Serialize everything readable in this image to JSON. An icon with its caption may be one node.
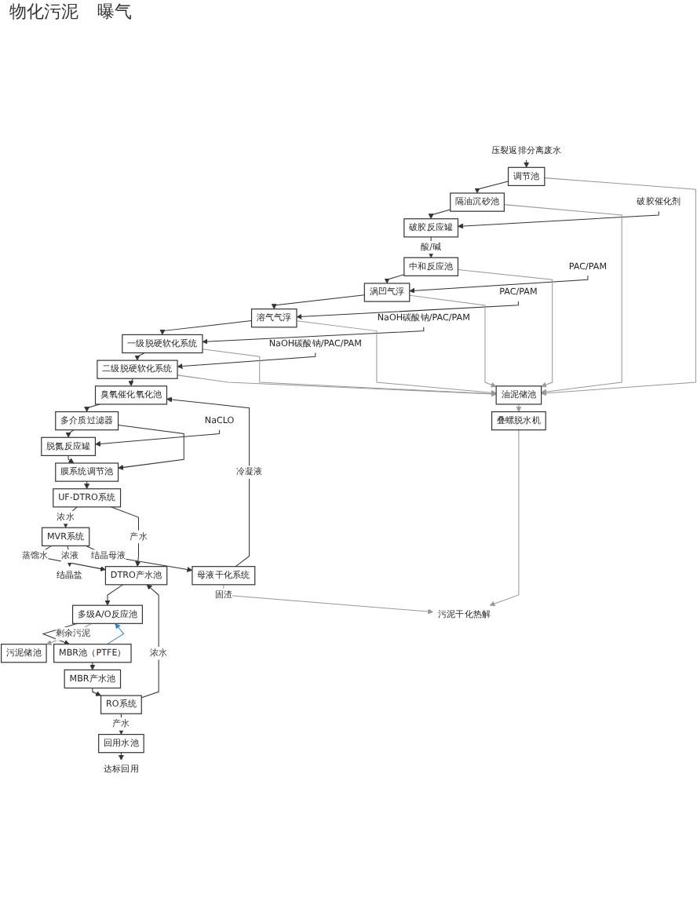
{
  "diagram": {
    "nodes": [
      {
        "text": [
          "压裂返排分离废水"
        ]
      },
      {
        "text": [
          "调节池"
        ]
      },
      {
        "text": [
          "隔油沉砂池"
        ]
      },
      {
        "text": [
          "破胶反应罐"
        ]
      },
      {
        "text": [
          "破胶催化剂"
        ]
      },
      {
        "text": [
          "中和反应池"
        ]
      },
      {
        "text": [
          "涡凹气浮"
        ]
      },
      {
        "text": [
          "PAC/PAM"
        ]
      },
      {
        "text": [
          "溶气气浮"
        ]
      },
      {
        "text": [
          "PAC/PAM"
        ]
      },
      {
        "text": [
          "一级脱硬软化系统"
        ]
      },
      {
        "text": [
          "NaOH碳酸钠/PAC/PAM"
        ]
      },
      {
        "text": [
          "二级脱硬软化系统"
        ]
      },
      {
        "text": [
          "NaOH碳酸钠/PAC/PAM"
        ]
      },
      {
        "text": [
          "臭氧催化氧化池"
        ]
      },
      {
        "text": [
          "多介质过滤器"
        ]
      },
      {
        "text": [
          "脱氮反应罐"
        ]
      },
      {
        "text": [
          "NaCLO"
        ]
      },
      {
        "text": [
          "膜系统调节池"
        ]
      },
      {
        "text": [
          "UF-DTRO系统"
        ]
      },
      {
        "text": [
          "油泥储池"
        ]
      },
      {
        "text": [
          "叠螺脱水机"
        ]
      },
      {
        "text": [
          "污泥干化热解"
        ]
      },
      {
        "text": [
          "母液干化系统"
        ]
      },
      {
        "text": [
          "结晶盐"
        ]
      },
      {
        "text": [
          "MVR系统"
        ]
      },
      {
        "text": [
          "DTRO产水池"
        ]
      },
      {
        "text": [
          "达标回用"
        ]
      },
      {
        "text": [
          "回用水池"
        ]
      },
      {
        "text": [
          "RO系统"
        ]
      },
      {
        "text": [
          "多级A/O反应池"
        ]
      },
      {
        "text": [
          "污泥储池"
        ]
      },
      {
        "text": [
          "MBR产水池"
        ]
      },
      {
        "text": [
          "MBR池（PTFE）"
        ]
      }
    ],
    "edges": [
      {
        "from": 0,
        "to": 1,
        "arrow": "to"
      },
      {
        "from": 1,
        "to": 2,
        "arrow": "to"
      },
      {
        "from": 2,
        "to": 3,
        "arrow": "to"
      },
      {
        "from": 4,
        "to": 3,
        "arrow": "to"
      },
      {
        "from": 3,
        "to": 5,
        "arrow": "to",
        "label": "酸/碱"
      },
      {
        "from": 5,
        "to": 6,
        "arrow": "to"
      },
      {
        "from": 7,
        "to": 6,
        "arrow": "to"
      },
      {
        "from": 6,
        "to": 8,
        "arrow": "to"
      },
      {
        "from": 9,
        "to": 8,
        "arrow": "to"
      },
      {
        "from": 8,
        "to": 10,
        "arrow": "to"
      },
      {
        "from": 11,
        "to": 10,
        "arrow": "to"
      },
      {
        "from": 10,
        "to": 12,
        "arrow": "to"
      },
      {
        "from": 13,
        "to": 12,
        "arrow": "to"
      },
      {
        "from": 12,
        "to": 14,
        "arrow": "to"
      },
      {
        "from": 14,
        "to": 15,
        "arrow": "to"
      },
      {
        "from": 15,
        "to": 16,
        "arrow": "to"
      },
      {
        "from": 17,
        "to": 16,
        "arrow": "to"
      },
      {
        "from": 15,
        "to": 18,
        "arrow": "to"
      },
      {
        "from": 16,
        "to": 18,
        "arrow": "to"
      },
      {
        "from": 18,
        "to": 19,
        "arrow": "to"
      },
      {
        "from": 19,
        "to": 25,
        "arrow": "to",
        "label": "浓水"
      },
      {
        "from": 19,
        "to": 26,
        "arrow": "to",
        "label": "产水"
      },
      {
        "from": 25,
        "to": 26,
        "arrow": "to",
        "label": "蒸馏水"
      },
      {
        "from": 25,
        "to": 24,
        "arrow": "to",
        "label": "浓液"
      },
      {
        "from": 25,
        "to": 23,
        "arrow": "to",
        "label": "结晶母液"
      },
      {
        "from": 23,
        "to": 22,
        "arrow": "to",
        "label": "固渣",
        "color": "#999999"
      },
      {
        "from": 23,
        "to": 14,
        "arrow": "to",
        "label": "冷凝液"
      },
      {
        "from": 1,
        "to": 20,
        "arrow": "to",
        "color": "#999999"
      },
      {
        "from": 2,
        "to": 20,
        "arrow": "to",
        "color": "#999999"
      },
      {
        "from": 5,
        "to": 20,
        "arrow": "to",
        "color": "#999999"
      },
      {
        "from": 6,
        "to": 20,
        "arrow": "to",
        "color": "#999999"
      },
      {
        "from": 8,
        "to": 20,
        "arrow": "to",
        "color": "#999999"
      },
      {
        "from": 10,
        "to": 20,
        "arrow": "to",
        "color": "#999999"
      },
      {
        "from": 12,
        "to": 20,
        "arrow": "to",
        "color": "#999999"
      },
      {
        "from": 20,
        "to": 21,
        "arrow": "to",
        "color": "#999999"
      },
      {
        "from": 21,
        "to": 22,
        "arrow": "to",
        "color": "#999999"
      },
      {
        "from": 26,
        "to": 30,
        "arrow": "to"
      },
      {
        "from": 29,
        "to": 26,
        "arrow": "to",
        "label": "浓水"
      },
      {
        "from": 30,
        "to": 33,
        "arrow": "to"
      },
      {
        "from": 33,
        "to": 32,
        "arrow": "to"
      },
      {
        "from": 32,
        "to": 29,
        "arrow": "to"
      },
      {
        "from": 29,
        "to": 28,
        "arrow": "to",
        "label": "产水"
      },
      {
        "from": 28,
        "to": 27,
        "arrow": "to"
      },
      {
        "from": 30,
        "to": 31,
        "arrow": "to",
        "label": "剩余污泥",
        "color": "#999999"
      },
      {
        "from": 33,
        "to": 30,
        "arrow": "to",
        "color": "#2f86d6"
      }
    ],
    "labels": [
      "物化污泥",
      "曝气"
    ]
  }
}
